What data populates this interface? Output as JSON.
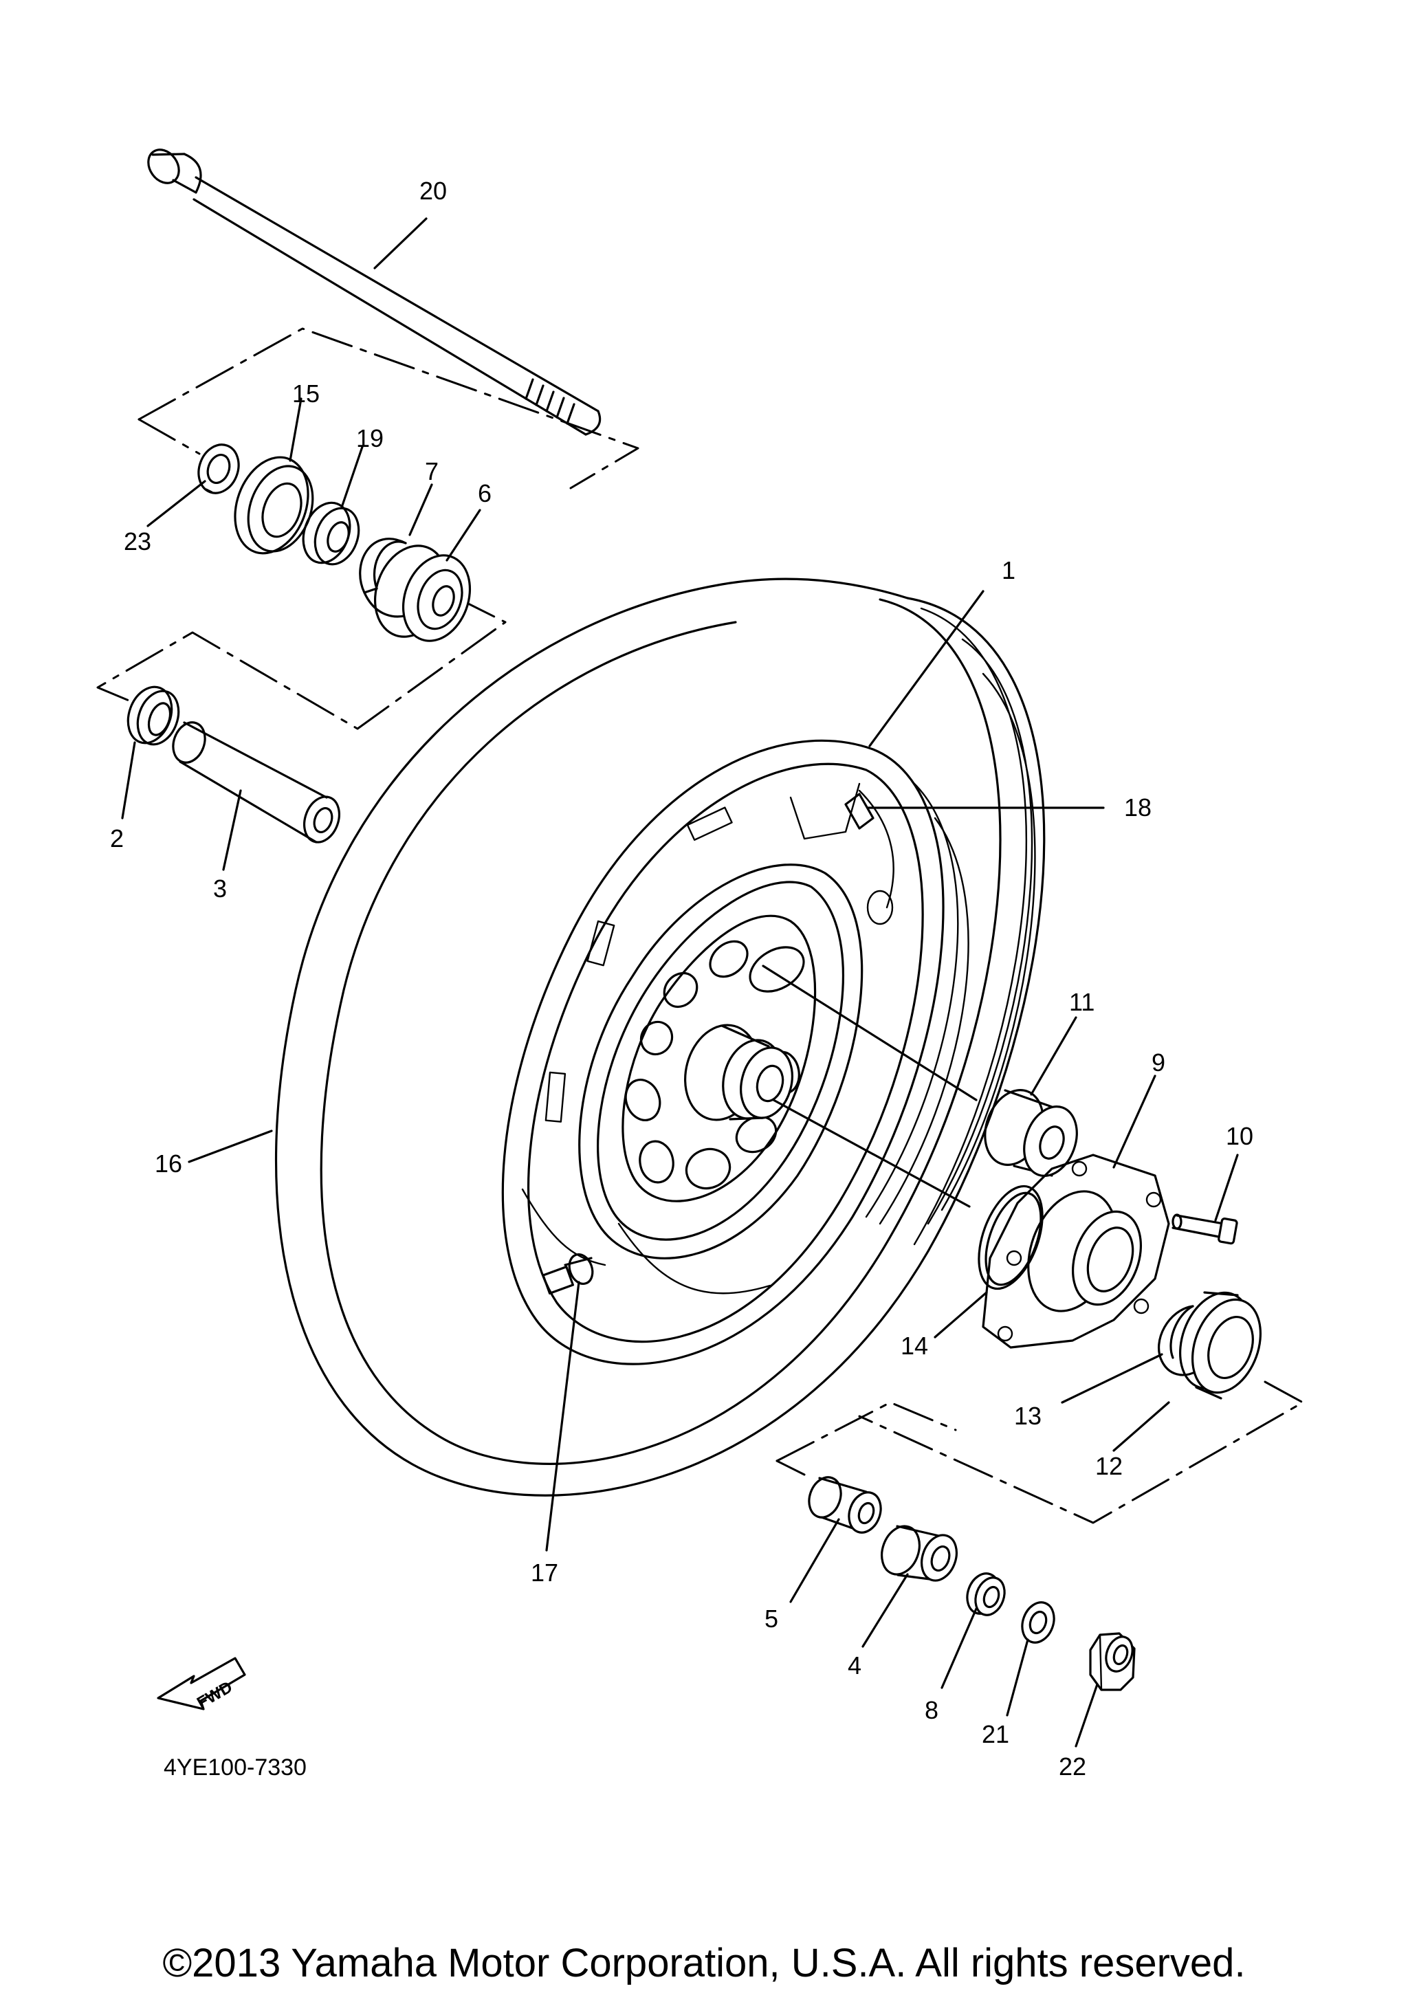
{
  "diagram": {
    "callouts": {
      "c1": "1",
      "c2": "2",
      "c3": "3",
      "c4": "4",
      "c5": "5",
      "c6": "6",
      "c7": "7",
      "c8": "8",
      "c9": "9",
      "c10": "10",
      "c11": "11",
      "c12": "12",
      "c13": "13",
      "c14": "14",
      "c15": "15",
      "c16": "16",
      "c17": "17",
      "c18": "18",
      "c19": "19",
      "c20": "20",
      "c21": "21",
      "c22": "22",
      "c23": "23"
    },
    "fwd_label": "FWD",
    "diagram_code": "4YE100-7330"
  },
  "footer": {
    "copyright": "©2013 Yamaha Motor Corporation, U.S.A. All rights reserved."
  }
}
